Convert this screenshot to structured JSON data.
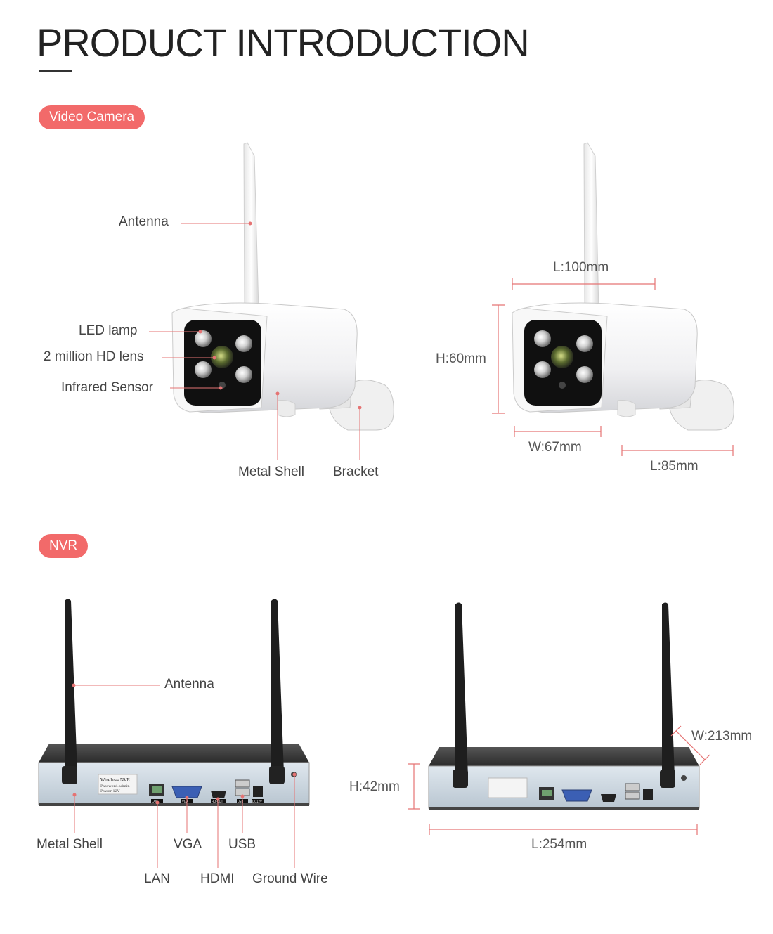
{
  "header": {
    "title": "PRODUCT INTRODUCTION"
  },
  "camera_section": {
    "badge": "Video Camera",
    "labels": {
      "antenna": "Antenna",
      "led_lamp": "LED lamp",
      "hd_lens": "2 million HD lens",
      "infrared_sensor": "Infrared Sensor",
      "metal_shell": "Metal Shell",
      "bracket": "Bracket"
    },
    "dimensions": {
      "length_top": "L:100mm",
      "height": "H:60mm",
      "width": "W:67mm",
      "length_bracket": "L:85mm"
    }
  },
  "nvr_section": {
    "badge": "NVR",
    "labels": {
      "antenna": "Antenna",
      "metal_shell": "Metal Shell",
      "vga": "VGA",
      "usb": "USB",
      "lan": "LAN",
      "hdmi": "HDMI",
      "ground_wire": "Ground Wire"
    },
    "dimensions": {
      "width": "W:213mm",
      "height": "H:42mm",
      "length": "L:254mm"
    },
    "device_sticker": [
      "Wireless NVR",
      "Password:admin",
      "Power:12V"
    ],
    "port_tags": [
      "LAN",
      "VGA",
      "HD-OUT",
      "USB",
      "DC12V"
    ]
  },
  "colors": {
    "accent": "#f26a6a",
    "callout_line": "#e57373",
    "text": "#444444"
  }
}
